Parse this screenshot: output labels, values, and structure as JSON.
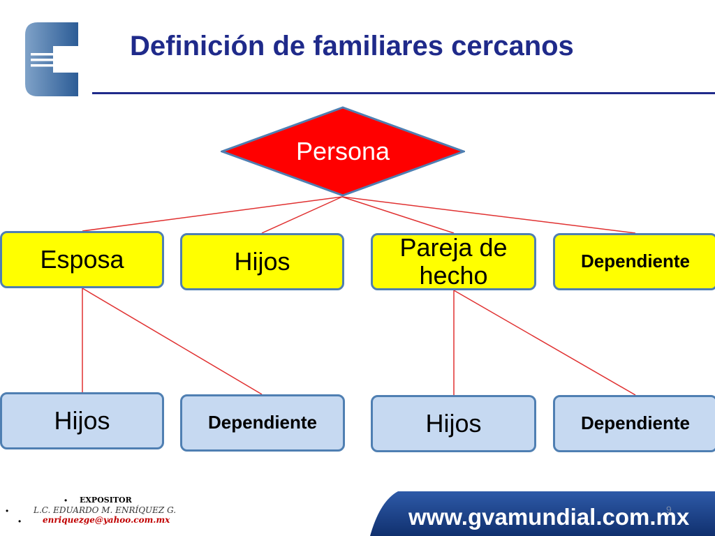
{
  "slide": {
    "title": "Definición de familiares cercanos",
    "page_number": "9",
    "website": "www.gvamundial.com.mx"
  },
  "diagram": {
    "root": "Persona",
    "level1": {
      "esposa": "Esposa",
      "hijos": "Hijos",
      "pareja": "Pareja de hecho",
      "dependiente": "Dependiente"
    },
    "esposa_children": {
      "hijos": "Hijos",
      "dependiente": "Dependiente"
    },
    "pareja_children": {
      "hijos": "Hijos",
      "dependiente": "Dependiente"
    }
  },
  "footer": {
    "role": "EXPOSITOR",
    "name": "L.C. EDUARDO M. ENRÍQUEZ G.",
    "email": "enriquezge@yahoo.com.mx"
  },
  "colors": {
    "title": "#1f2a8a",
    "root_fill": "#ff0000",
    "level1_fill": "#ffff00",
    "level2_fill": "#c6d9f1",
    "node_border": "#4f7fb2",
    "connector": "#e03030",
    "banner": "#1c3f8a",
    "email": "#c00000"
  }
}
